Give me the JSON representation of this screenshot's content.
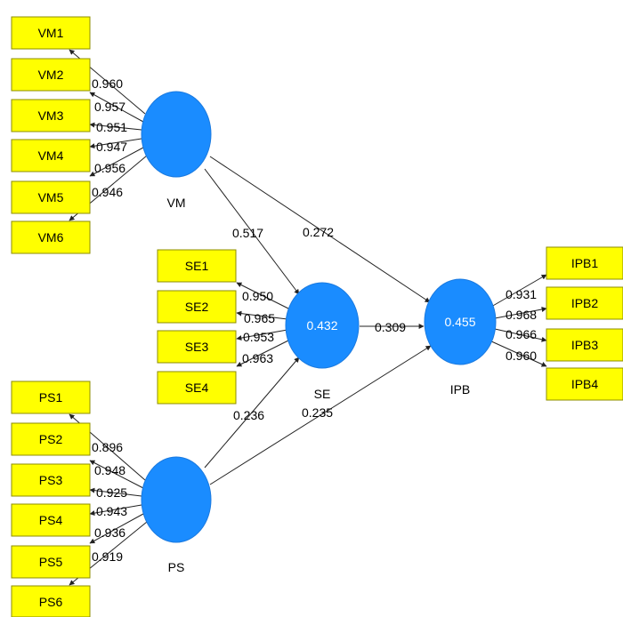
{
  "constructs": {
    "vm": {
      "name": "VM",
      "value": ""
    },
    "se": {
      "name": "SE",
      "value": "0.432"
    },
    "ps": {
      "name": "PS",
      "value": ""
    },
    "ipb": {
      "name": "IPB",
      "value": "0.455"
    }
  },
  "indicators": {
    "vm": [
      "VM1",
      "VM2",
      "VM3",
      "VM4",
      "VM5",
      "VM6"
    ],
    "se": [
      "SE1",
      "SE2",
      "SE3",
      "SE4"
    ],
    "ps": [
      "PS1",
      "PS2",
      "PS3",
      "PS4",
      "PS5",
      "PS6"
    ],
    "ipb": [
      "IPB1",
      "IPB2",
      "IPB3",
      "IPB4"
    ]
  },
  "loadings": {
    "vm": [
      "0.960",
      "0.957",
      "0.951",
      "0.947",
      "0.956",
      "0.946"
    ],
    "se": [
      "0.950",
      "0.965",
      "0.953",
      "0.963"
    ],
    "ps": [
      "0.896",
      "0.948",
      "0.925",
      "0.943",
      "0.936",
      "0.919"
    ],
    "ipb": [
      "0.931",
      "0.968",
      "0.966",
      "0.960"
    ]
  },
  "paths": {
    "vm_se": "0.517",
    "vm_ipb": "0.272",
    "se_ipb": "0.309",
    "ps_se": "0.236",
    "ps_ipb": "0.235"
  },
  "colors": {
    "indicator_fill": "#ffff00",
    "construct_fill": "#1a8cff",
    "edge": "#222222"
  }
}
